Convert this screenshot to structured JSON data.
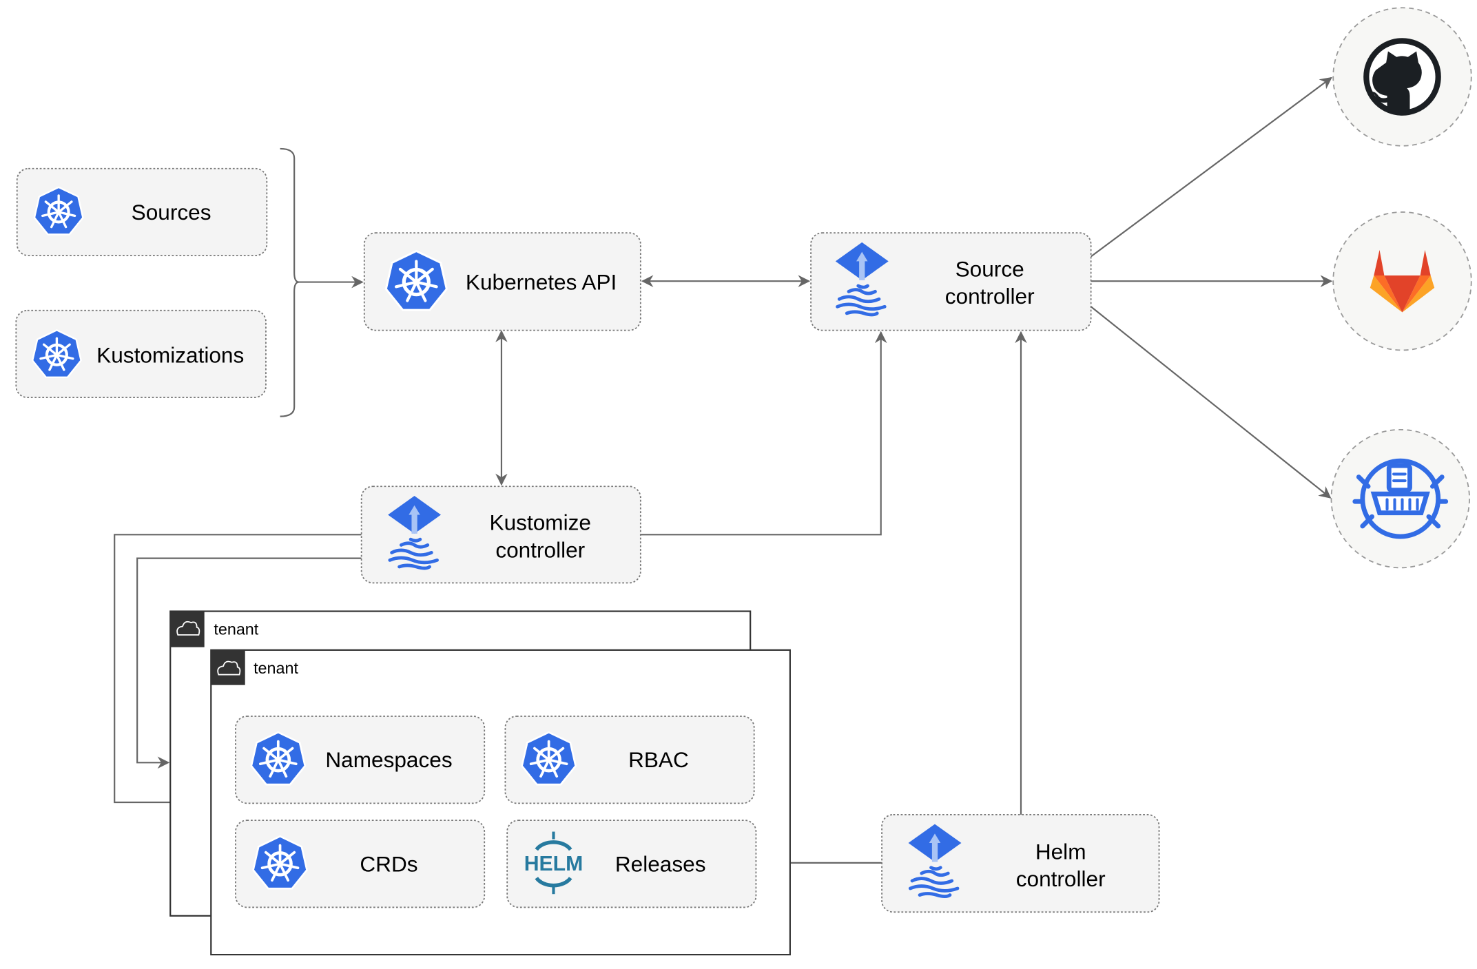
{
  "nodes": {
    "sources": "Sources",
    "kustomizations": "Kustomizations",
    "kubernetes_api": "Kubernetes API",
    "source_controller": [
      "Source",
      "controller"
    ],
    "kustomize_controller": [
      "Kustomize",
      "controller"
    ],
    "helm_controller": [
      "Helm",
      "controller"
    ],
    "namespaces": "Namespaces",
    "rbac": "RBAC",
    "crds": "CRDs",
    "releases": "Releases"
  },
  "tenants": [
    "tenant",
    "tenant"
  ],
  "icons": {
    "kubernetes": "kubernetes-icon",
    "flux": "flux-icon",
    "helm": "helm-icon",
    "helm_text": "HELM",
    "github": "github-icon",
    "gitlab": "gitlab-icon",
    "bucket": "bucket-icon",
    "cloud": "cloud-icon"
  },
  "colors": {
    "kubernetes_blue": "#326ce5",
    "helm_teal": "#277a9f",
    "gitlab_orange": "#fc6d26",
    "github_dark": "#1b1f23",
    "edge": "#666666"
  }
}
